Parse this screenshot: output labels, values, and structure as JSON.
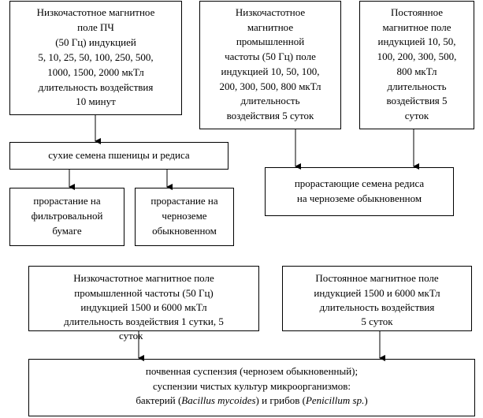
{
  "box1": {
    "lines": [
      "Низкочастотное магнитное",
      "поле ПЧ",
      "(50 Гц) индукцией",
      "5, 10, 25, 50, 100, 250, 500,",
      "1000, 1500, 2000 мкТл",
      "длительность воздействия",
      "10 минут"
    ]
  },
  "box2": {
    "lines": [
      "Низкочастотное",
      "магнитное",
      "промышленной",
      "частоты (50 Гц) поле",
      "индукцией 10, 50, 100,",
      "200, 300, 500, 800 мкТл",
      "длительность",
      "воздействия 5 суток"
    ]
  },
  "box3": {
    "lines": [
      "Постоянное",
      "магнитное поле",
      "индукцией 10, 50,",
      "100, 200, 300, 500,",
      "800 мкТл",
      "длительность",
      "воздействия 5",
      "суток"
    ]
  },
  "box4": {
    "lines": [
      "сухие семена пшеницы и редиса"
    ]
  },
  "box5": {
    "lines": [
      "прорастание на",
      "фильтровальной",
      "бумаге"
    ]
  },
  "box6": {
    "lines": [
      "прорастание на",
      "черноземе",
      "обыкновенном"
    ]
  },
  "box7": {
    "lines": [
      "прорастающие семена редиса",
      "на  черноземе обыкновенном"
    ]
  },
  "box8": {
    "lines": [
      "Низкочастотное магнитное поле",
      "промышленной частоты (50 Гц)",
      "индукцией 1500 и 6000 мкТл",
      "длительность воздействия 1 сутки, 5",
      "суток"
    ]
  },
  "box9": {
    "lines": [
      "Постоянное магнитное поле",
      "индукцией 1500 и 6000 мкТл",
      "длительность воздействия",
      "5 суток"
    ]
  },
  "box10": {
    "line1": "почвенная суспензия (чернозем обыкновенный);",
    "line2": "суспензии чистых культур микроорганизмов:",
    "line3_a": "бактерий (",
    "line3_b": "Bacillus mycoides",
    "line3_c": ")  и грибов (",
    "line3_d": "Penicillum sp.",
    "line3_e": ")"
  }
}
